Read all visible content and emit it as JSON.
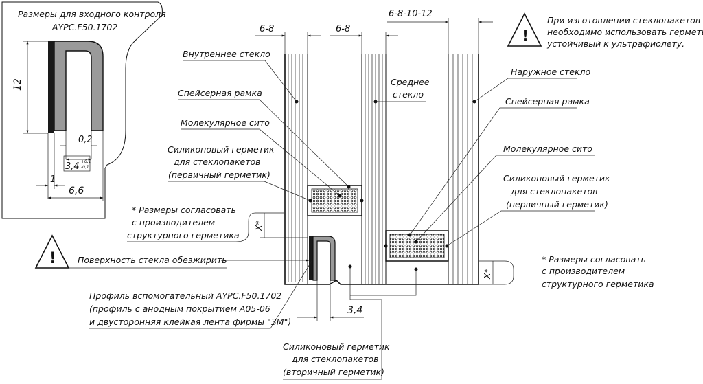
{
  "inset": {
    "title_line1": "Размеры для входного контроля",
    "title_line2": "AYPC.F50.1702",
    "dim_height": "12",
    "dim_gap": "0,2",
    "dim_inner": "3,4",
    "dim_inner_tol_upper": "+0,1",
    "dim_inner_tol_lower": "-0,1",
    "dim_wall": "1",
    "dim_width": "6,6"
  },
  "top_dims": {
    "left_gap": "6-8",
    "middle_gap": "6-8",
    "outer_glass": "6-8-10-12"
  },
  "warning_note": {
    "line1": "При изготовлении стеклопакетов",
    "line2": "необходимо использовать герметик,",
    "line3": "устойчивый к ультрафиолету."
  },
  "labels": {
    "inner_glass": "Внутреннее стекло",
    "spacer_left": "Спейсерная рамка",
    "sieve_left": "Молекулярное сито",
    "primary_left_1": "Силиконовый герметик",
    "primary_left_2": "для стеклопакетов",
    "primary_left_3": "(первичный герметик)",
    "middle_glass_1": "Среднее",
    "middle_glass_2": "стекло",
    "outer_glass": "Наружное стекло",
    "spacer_right": "Спейсерная рамка",
    "sieve_right": "Молекулярное сито",
    "primary_right_1": "Силиконовый герметик",
    "primary_right_2": "для стеклопакетов",
    "primary_right_3": "(первичный герметик)",
    "size_note_left_1": "* Размеры согласовать",
    "size_note_left_2": "с производителем",
    "size_note_left_3": "структурного герметика",
    "size_note_right_1": "* Размеры согласовать",
    "size_note_right_2": "с производителем",
    "size_note_right_3": "структурного герметика",
    "x_left": "X*",
    "x_right": "X*",
    "degrease": "Поверхность стекла обезжирить",
    "profile_1": "Профиль вспомогательный AYPC.F50.1702",
    "profile_2": "(профиль с анодным покрытием A05-06",
    "profile_3": "и двусторонняя клейкая лента фирмы \"3M\")",
    "dim_bottom": "3,4",
    "secondary_1": "Силиконовый герметик",
    "secondary_2": "для стеклопакетов",
    "secondary_3": "(вторичный герметик)"
  },
  "icons": {
    "warning_top": "warning-triangle-icon",
    "warning_left": "warning-triangle-icon"
  }
}
